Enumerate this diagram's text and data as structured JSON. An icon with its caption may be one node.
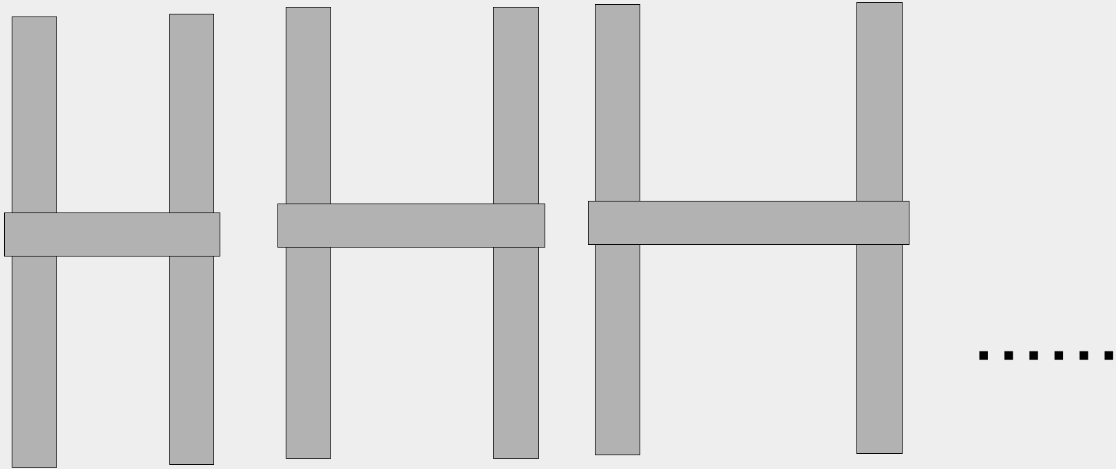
{
  "diagram": {
    "nodes": [
      {
        "text": [],
        "shape": "bar"
      },
      {
        "text": [],
        "shape": "bar"
      },
      {
        "text": [],
        "shape": "bar"
      },
      {
        "text": [],
        "shape": "bar"
      },
      {
        "text": [],
        "shape": "bar"
      },
      {
        "text": [],
        "shape": "bar"
      },
      {
        "text": [],
        "shape": "bar"
      },
      {
        "text": [],
        "shape": "bar"
      },
      {
        "text": [],
        "shape": "bar"
      }
    ]
  }
}
